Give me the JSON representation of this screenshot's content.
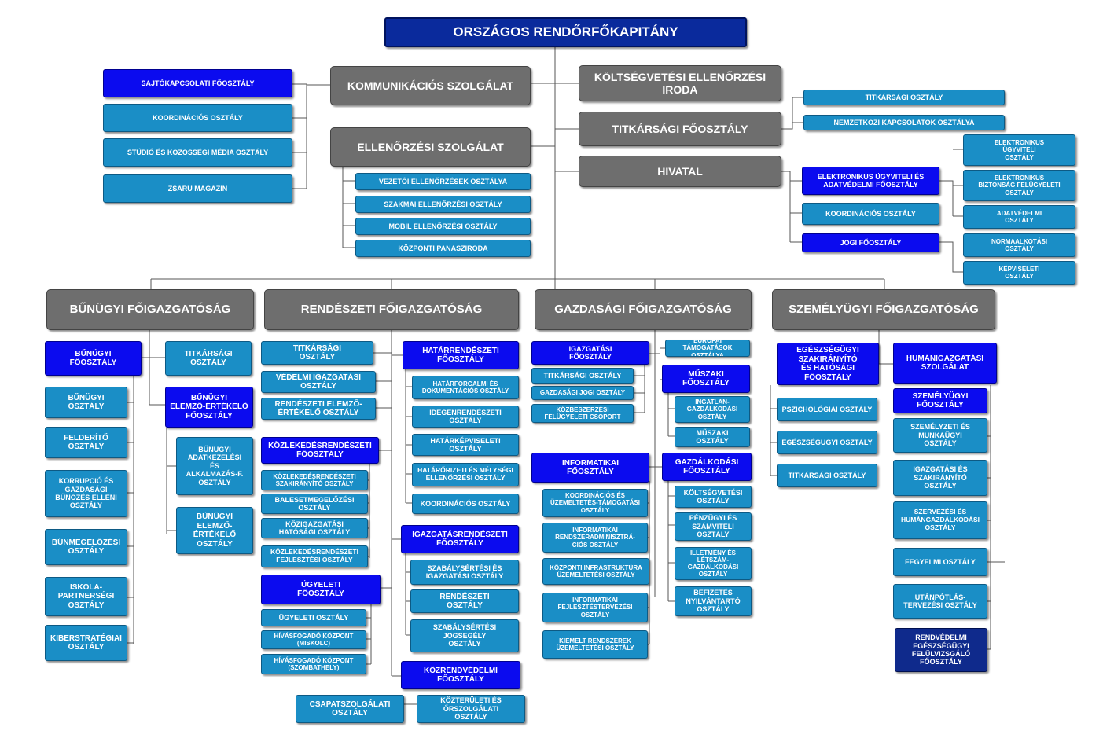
{
  "colors": {
    "top": "#0a2a9c",
    "gray": "#6e6e6e",
    "dark_blue": "#0b0bef",
    "navy": "#0f2a8c",
    "cyan": "#1a8ec6",
    "line": "#555555"
  },
  "chief": "ORSZÁGOS RENDŐRFŐKAPITÁNY",
  "communications": {
    "title": "KOMMUNIKÁCIÓS SZOLGÁLAT",
    "press": "SAJTÓKAPCSOLATI FŐOSZTÁLY",
    "coordination": "KOORDINÁCIÓS OSZTÁLY",
    "studio": "STÚDIÓ ÉS KÖZÖSSÉGI MÉDIA OSZTÁLY",
    "magazine": "ZSARU MAGAZIN"
  },
  "inspection": {
    "title": "ELLENŐRZÉSI SZOLGÁLAT",
    "units": [
      "VEZETŐI ELLENŐRZÉSEK OSZTÁLYA",
      "SZAKMAI ELLENŐRZÉSI OSZTÁLY",
      "MOBIL ELLENŐRZÉSI OSZTÁLY",
      "KÖZPONTI PANASZIRODA"
    ]
  },
  "budget_office": "KÖLTSÉGVETÉSI ELLENŐRZÉSI\nIRODA",
  "secretariat": {
    "title": "TITKÁRSÁGI FŐOSZTÁLY",
    "units": [
      "TITKÁRSÁGI OSZTÁLY",
      "NEMZETKÖZI KAPCSOLATOK OSZTÁLYA"
    ]
  },
  "office": {
    "title": "HIVATAL",
    "eadmin": "ELEKTRONIKUS ÜGYVITELI ÉS\nADATVÉDELMI FŐOSZTÁLY",
    "eadmin_units": [
      "ELEKTRONIKUS\nÜGYVITELI\nOSZTÁLY",
      "ELEKTRONIKUS\nBIZTONSÁG FELÜGYELETI\nOSZTÁLY",
      "ADATVÉDELMI\nOSZTÁLY"
    ],
    "coordination": "KOORDINÁCIÓS OSZTÁLY",
    "legal": "JOGI FŐOSZTÁLY",
    "legal_units": [
      "NORMAALKOTÁSI\nOSZTÁLY",
      "KÉPVISELETI\nOSZTÁLY"
    ]
  },
  "criminal": {
    "title": "BŰNÜGYI FŐIGAZGATÓSÁG",
    "main_dept": "BŰNÜGYI\nFŐOSZTÁLY",
    "main_units": [
      "BŰNÜGYI\nOSZTÁLY",
      "FELDERÍTŐ\nOSZTÁLY",
      "KORRUPCIÓ ÉS\nGAZDASÁGI\nBŰNÖZÉS ELLENI\nOSZTÁLY",
      "BŰNMEGELŐZÉSI\nOSZTÁLY",
      "ISKOLA-\nPARTNERSÉGI\nOSZTÁLY",
      "KIBERSTRATÉGIAI\nOSZTÁLY"
    ],
    "secretariat": "TITKÁRSÁGI\nOSZTÁLY",
    "analysis_dept": "BŰNÜGYI\nELEMZŐ-ÉRTÉKELŐ\nFŐOSZTÁLY",
    "analysis_units": [
      "BŰNÜGYI\nADATKEZELÉSI\nÉS\nALKALMAZÁS-F.\nOSZTÁLY",
      "BŰNÜGYI\nELEMZŐ-\nÉRTÉKELŐ\nOSZTÁLY"
    ]
  },
  "police": {
    "title": "RENDÉSZETI FŐIGAZGATÓSÁG",
    "left_units": [
      "TITKÁRSÁGI\nOSZTÁLY",
      "VÉDELMI IGAZGATÁSI\nOSZTÁLY",
      "RENDÉSZETI ELEMZŐ-\nÉRTÉKELŐ OSZTÁLY"
    ],
    "traffic": "KÖZLEKEDÉSRENDÉSZETI\nFŐOSZTÁLY",
    "traffic_units": [
      "KÖZLEKEDÉSRENDÉSZETI\nSZAKIRÁNYÍTÓ OSZTÁLY",
      "BALESETMEGELŐZÉSI\nOSZTÁLY",
      "KÖZIGAZGATÁSI\nHATÓSÁGI OSZTÁLY",
      "KÖZLEKEDÉSRENDÉSZETI\nFEJLESZTÉSI OSZTÁLY"
    ],
    "duty": "ÜGYELETI\nFŐOSZTÁLY",
    "duty_units": [
      "ÜGYELETI OSZTÁLY",
      "HÍVÁSFOGADÓ KÖZPONT\n(MISKOLC)",
      "HÍVÁSFOGADÓ KÖZPONT\n(SZOMBATHELY)"
    ],
    "troop": "CSAPATSZOLGÁLATI\nOSZTÁLY",
    "border": "HATÁRRENDÉSZETI\nFŐOSZTÁLY",
    "border_units": [
      "HATÁRFORGALMI ÉS\nDOKUMENTÁCIÓS OSZTÁLY",
      "IDEGENRENDÉSZETI\nOSZTÁLY",
      "HATÁRKÉPVISELETI\nOSZTÁLY",
      "HATÁRŐRIZETI ÉS MÉLYSÉGI\nELLENŐRZÉSI OSZTÁLY",
      "KOORDINÁCIÓS OSZTÁLY"
    ],
    "admin": "IGAZGATÁSRENDÉSZETI\nFŐOSZTÁLY",
    "admin_units": [
      "SZABÁLYSÉRTÉSI ÉS\nIGAZGATÁSI OSZTÁLY",
      "RENDÉSZETI\nOSZTÁLY",
      "SZABÁLYSÉRTÉSI\nJOGSEGÉLY\nOSZTÁLY"
    ],
    "public_order": "KÖZRENDVÉDELMI\nFŐOSZTÁLY",
    "public_order_units": [
      "KÖZTERÜLETI ÉS\nŐRSZOLGÁLATI\nOSZTÁLY"
    ]
  },
  "economic": {
    "title": "GAZDASÁGI FŐIGAZGATÓSÁG",
    "admin": "IGAZGATÁSI\nFŐOSZTÁLY",
    "admin_units": [
      "TITKÁRSÁGI OSZTÁLY",
      "GAZDASÁGI JOGI OSZTÁLY",
      "KÖZBESZERZÉSI\nFELÜGYELETI CSOPORT"
    ],
    "eu": "EURÓPAI TÁMOGATÁSOK\nOSZTÁLYA",
    "technical": "MŰSZAKI\nFŐOSZTÁLY",
    "technical_units": [
      "INGATLAN-\nGAZDÁLKODÁSI\nOSZTÁLY",
      "MŰSZAKI\nOSZTÁLY"
    ],
    "it": "INFORMATIKAI\nFŐOSZTÁLY",
    "it_units": [
      "KOORDINÁCIÓS ÉS\nÜZEMELTETÉS-TÁMOGATÁSI\nOSZTÁLY",
      "INFORMATIKAI\nRENDSZERADMINISZTRÁ-\nCIÓS OSZTÁLY",
      "KÖZPONTI INFRASTRUKTÚRA\nÜZEMELTETÉSI OSZTÁLY",
      "INFORMATIKAI\nFEJLESZTÉSTERVEZÉSI\nOSZTÁLY",
      "KIEMELT RENDSZEREK\nÜZEMELTETÉSI OSZTÁLY"
    ],
    "finance": "GAZDÁLKODÁSI\nFŐOSZTÁLY",
    "finance_units": [
      "KÖLTSÉGVETÉSI\nOSZTÁLY",
      "PÉNZÜGYI ÉS\nSZÁMVITELI\nOSZTÁLY",
      "ILLETMÉNY ÉS\nLÉTSZÁM-\nGAZDÁLKODÁSI\nOSZTÁLY",
      "BEFIZETÉS\nNYILVÁNTARTÓ\nOSZTÁLY"
    ]
  },
  "personnel": {
    "title": "SZEMÉLYÜGYI FŐIGAZGATÓSÁG",
    "health": "EGÉSZSÉGÜGYI\nSZAKIRÁNYÍTÓ\nÉS HATÓSÁGI\nFŐOSZTÁLY",
    "health_units": [
      "PSZICHOLÓGIAI OSZTÁLY",
      "EGÉSZSÉGÜGYI OSZTÁLY",
      "TITKÁRSÁGI OSZTÁLY"
    ],
    "hr_service": "HUMÁNIGAZGATÁSI\nSZOLGÁLAT",
    "hr_dept": "SZEMÉLYÜGYI\nFŐOSZTÁLY",
    "hr_units": [
      "SZEMÉLYZETI ÉS\nMUNKAÜGYI\nOSZTÁLY",
      "IGAZGATÁSI ÉS\nSZAKIRÁNYÍTÓ\nOSZTÁLY",
      "SZERVEZÉSI ÉS\nHUMÁNGAZDÁLKODÁSI\nOSZTÁLY",
      "FEGYELMI OSZTÁLY",
      "UTÁNPÓTLÁS-\nTERVEZÉSI OSZTÁLY"
    ],
    "review": "RENDVÉDELMI\nEGÉSZSÉGÜGYI\nFELÜLVIZSGÁLÓ\nFŐOSZTÁLY"
  }
}
